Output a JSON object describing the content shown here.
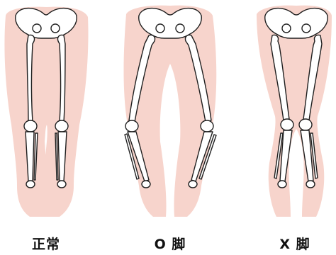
{
  "panels": [
    {
      "label": "正常"
    },
    {
      "label": "O 脚"
    },
    {
      "label": "X 脚"
    }
  ],
  "colors": {
    "skin": "#f7d4cc",
    "bone_fill": "#ffffff",
    "bone_stroke": "#1f1f1f",
    "label": "#111111"
  }
}
